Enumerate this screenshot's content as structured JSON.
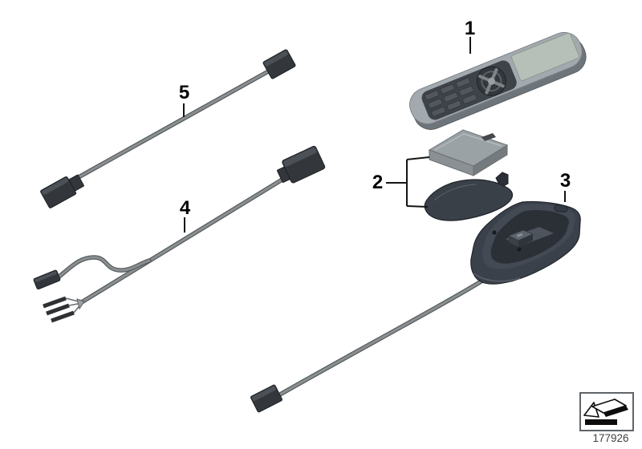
{
  "diagram": {
    "type": "exploded-parts-diagram",
    "callouts": [
      {
        "label": "1"
      },
      {
        "label": "2"
      },
      {
        "label": "3"
      },
      {
        "label": "4"
      },
      {
        "label": "5"
      }
    ],
    "stamp": {
      "part_number": "177926",
      "icon": "change-arrow-icon"
    },
    "colors": {
      "background": "#ffffff",
      "callout_text": "#000000",
      "leader_line": "#141414",
      "cable_outline": "#595d5f",
      "cable_core": "#8a9092",
      "connector_dark": "#33373b",
      "phone_body": "#a3aaaf",
      "phone_body_dark": "#6e757a",
      "phone_keypad": "#3e434a",
      "phone_screen": "#b6c0b8",
      "battery_top": "#9ba2a6",
      "battery_front": "#8a9094",
      "battery_side": "#747a7e",
      "cover_body": "#3a4048",
      "cradle_body": "#3a414a",
      "cradle_rim": "#434a54",
      "cradle_recess": "#2b3037",
      "stamp_border": "#606468",
      "part_number_text": "#3f3f3f"
    }
  }
}
